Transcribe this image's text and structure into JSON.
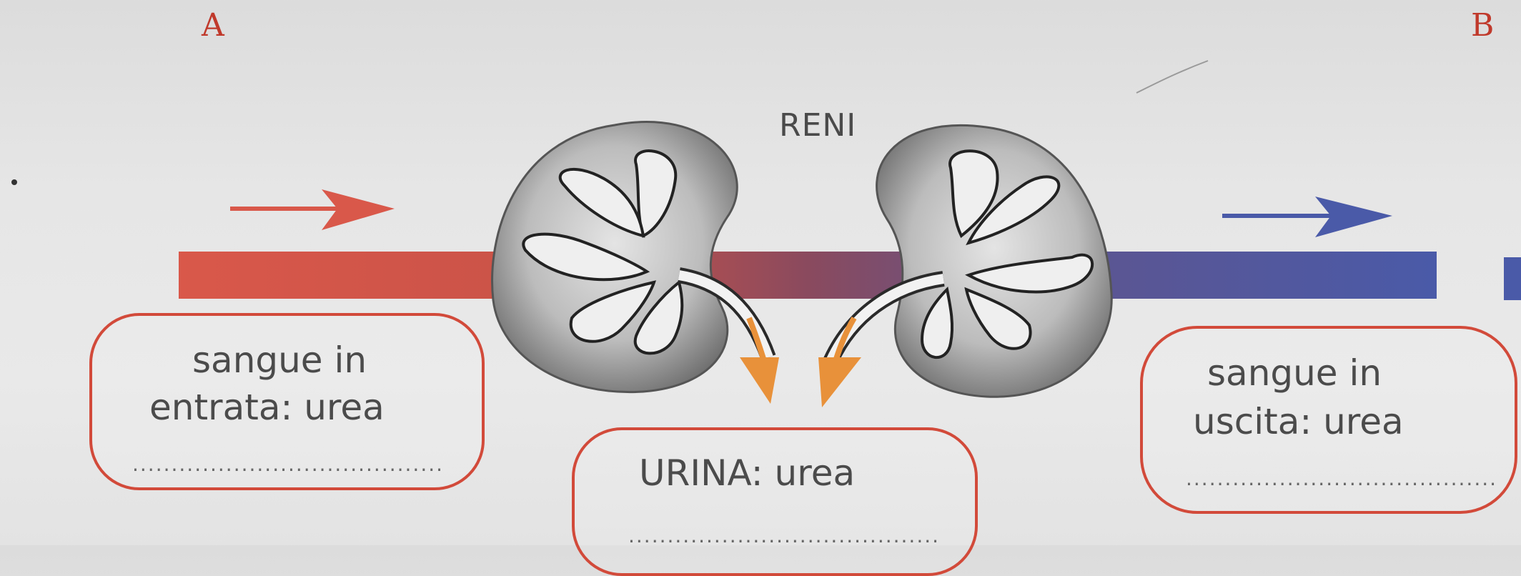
{
  "corner_labels": {
    "left": "A",
    "right": "B"
  },
  "heading": "RENI",
  "boxes": {
    "left": {
      "line1": "sangue in",
      "line2": "entrata: urea",
      "blank": "........................................"
    },
    "middle": {
      "line1": "URINA: urea",
      "blank": "........................................"
    },
    "right": {
      "line1": "sangue in",
      "line2": "uscita: urea",
      "blank": "........................................"
    }
  },
  "colors": {
    "arterial": "#d9584a",
    "venous": "#4a5aa8",
    "urine_arrow": "#e8913a",
    "box_border": "#d24a3a"
  }
}
